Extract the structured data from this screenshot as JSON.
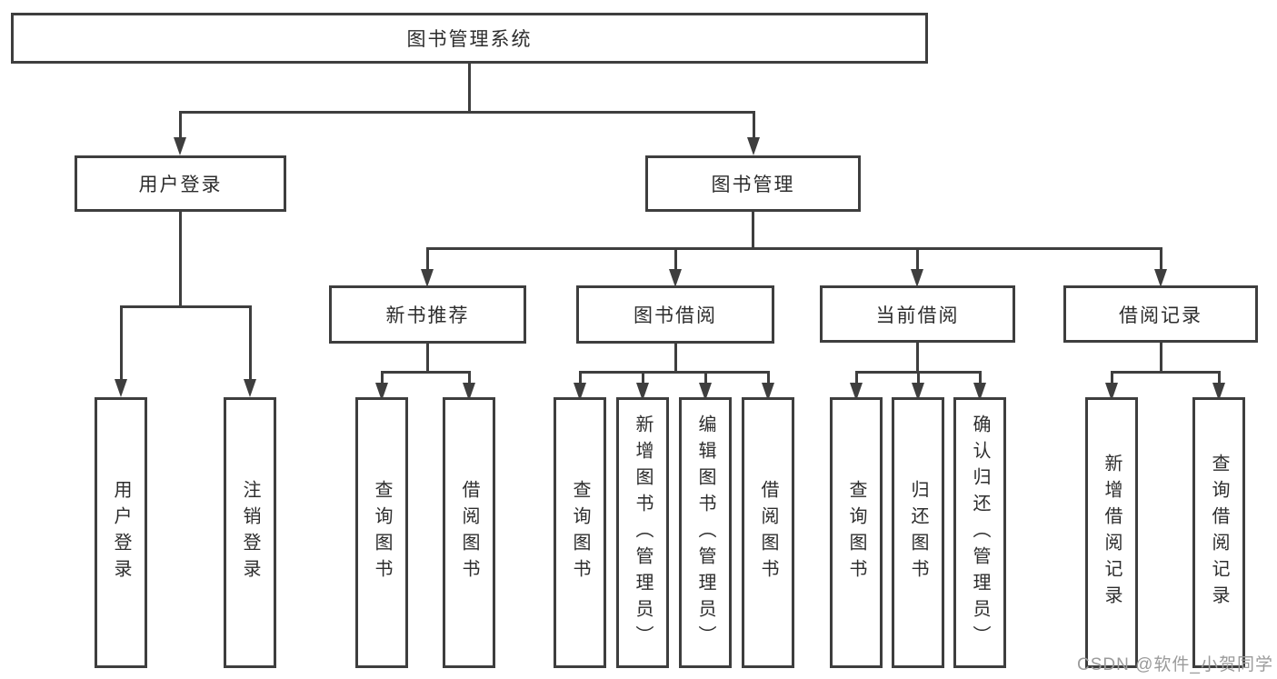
{
  "diagram": {
    "title": "图书管理系统",
    "user_login": {
      "label": "用户登录",
      "children": [
        "用户登录",
        "注销登录"
      ]
    },
    "book_mgmt": {
      "label": "图书管理",
      "children": {
        "new_books": {
          "label": "新书推荐",
          "children": [
            "查询图书",
            "借阅图书"
          ]
        },
        "book_borrow": {
          "label": "图书借阅",
          "children": [
            "查询图书",
            "新增图书（管理员）",
            "编辑图书（管理员）",
            "借阅图书"
          ]
        },
        "current_borrow": {
          "label": "当前借阅",
          "children": [
            "查询图书",
            "归还图书",
            "确认归还（管理员）"
          ]
        },
        "borrow_records": {
          "label": "借阅记录",
          "children": [
            "新增借阅记录",
            "查询借阅记录"
          ]
        }
      }
    },
    "watermark": "CSDN @软件_小贺同学",
    "colors": {
      "line": "#3e3e3e",
      "text": "#2d2d2d",
      "watermark": "#9b9b9b",
      "background": "#ffffff"
    }
  }
}
